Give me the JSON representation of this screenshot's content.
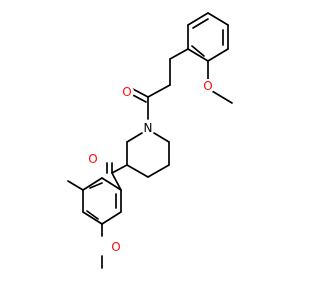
{
  "colors": {
    "bond": "#000000",
    "O": "#ff0d0d",
    "N": "#000000",
    "background": "#ffffff"
  },
  "atoms": {
    "carbonyl_o_top": {
      "label": "O",
      "element": "O"
    },
    "methoxy_o_top": {
      "label": "O",
      "element": "O"
    },
    "piperidine_n": {
      "label": "N",
      "element": "N"
    },
    "carbonyl_o_bottom": {
      "label": "O",
      "element": "O"
    },
    "methoxy_o_bottom": {
      "label": "O",
      "element": "O"
    }
  }
}
